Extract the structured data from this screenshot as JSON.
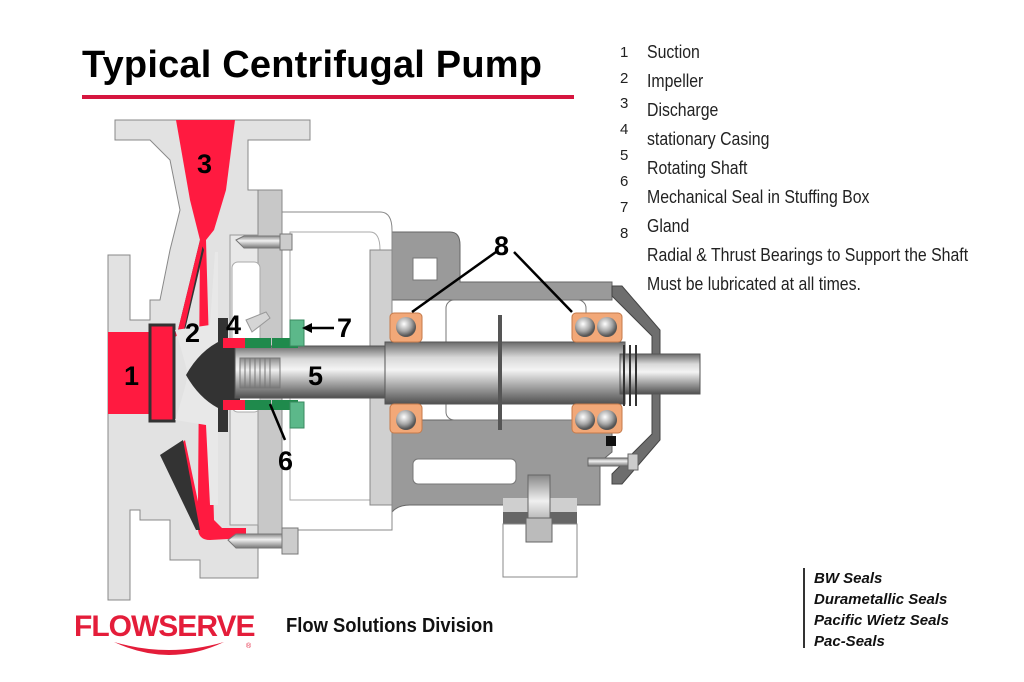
{
  "title": "Typical Centrifugal Pump",
  "legend": [
    {
      "num": "1",
      "text": "Suction"
    },
    {
      "num": "2",
      "text": "Impeller"
    },
    {
      "num": "3",
      "text": "Discharge"
    },
    {
      "num": "4",
      "text": "stationary Casing"
    },
    {
      "num": "5",
      "text": "Rotating Shaft"
    },
    {
      "num": "6",
      "text": "Mechanical Seal in Stuffing Box"
    },
    {
      "num": "7",
      "text": "Gland"
    },
    {
      "num": "8",
      "text": "Radial & Thrust Bearings to Support the Shaft"
    },
    {
      "num": "",
      "text": "Must be lubricated at all times."
    }
  ],
  "callouts": {
    "c1": "1",
    "c2": "2",
    "c3": "3",
    "c4": "4",
    "c5": "5",
    "c6": "6",
    "c7": "7",
    "c8": "8"
  },
  "footer": {
    "logo": "FLOWSERVE",
    "logo_mark": "®",
    "division": "Flow Solutions Division",
    "brands": [
      "BW Seals",
      "Durametallic Seals",
      "Pacific Wietz Seals",
      "Pac-Seals"
    ]
  },
  "colors": {
    "accent_red": "#e41d3a",
    "fluid_red": "#ff1a40",
    "seal_green": "#1f8a4c",
    "gland_green": "#5cb88a",
    "bearing_orange": "#f2a878",
    "casing_light": "#e0e0e0",
    "housing_gray": "#9a9a9a"
  }
}
